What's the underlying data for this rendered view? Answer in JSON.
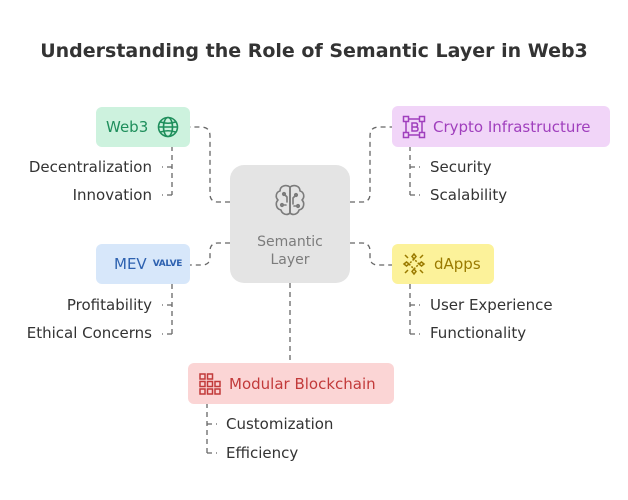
{
  "title": "Understanding the Role of Semantic Layer in Web3",
  "center": {
    "line1": "Semantic",
    "line2": "Layer",
    "icon": "brain-circuit-icon"
  },
  "nodes": {
    "web3": {
      "label": "Web3",
      "icon": "globe-icon",
      "bg": "#cdf2de",
      "color": "#1f8f5c",
      "children": [
        "Decentralization",
        "Innovation"
      ]
    },
    "crypto": {
      "label": "Crypto Infrastructure",
      "icon": "bitcoin-network-icon",
      "bg": "#f1d5f8",
      "color": "#a03fbd",
      "children": [
        "Security",
        "Scalability"
      ]
    },
    "mev": {
      "label": "MEV",
      "logo_text": "VALVE",
      "bg": "#d7e7fa",
      "color": "#2e62b0",
      "children": [
        "Profitability",
        "Ethical Concerns"
      ]
    },
    "dapps": {
      "label": "dApps",
      "icon": "network-nodes-icon",
      "bg": "#fcf29a",
      "color": "#9a7a00",
      "children": [
        "User Experience",
        "Functionality"
      ]
    },
    "modular": {
      "label": "Modular Blockchain",
      "icon": "blocks-grid-icon",
      "bg": "#fbd5d5",
      "color": "#c23a3a",
      "children": [
        "Customization",
        "Efficiency"
      ]
    }
  },
  "colors": {
    "connector": "#666666",
    "center_bg": "#e4e4e4",
    "center_text": "#7c7c7c"
  }
}
